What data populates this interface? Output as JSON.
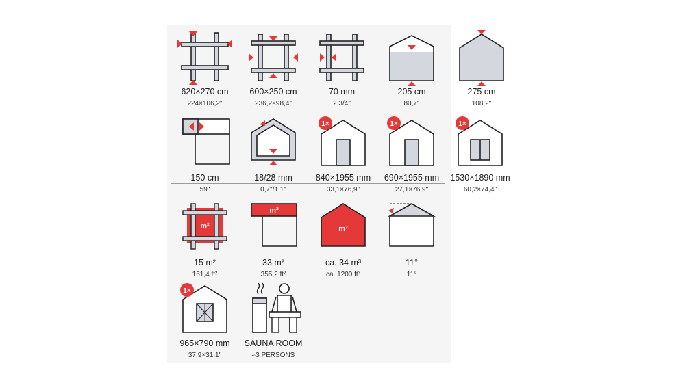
{
  "colors": {
    "accent": "#e53939",
    "outline": "#222222",
    "gray_fill": "#d4d8de",
    "background": "#ffffff"
  },
  "specs": [
    {
      "icon": "outer-dimensions-icon",
      "metric": "620×270 cm",
      "imperial": "224×106,2\""
    },
    {
      "icon": "inner-dimensions-icon",
      "metric": "600×250 cm",
      "imperial": "236,2×98,4\""
    },
    {
      "icon": "wall-thickness-icon",
      "metric": "70 mm",
      "imperial": "2  3/4\""
    },
    {
      "icon": "wall-height-icon",
      "metric": "205 cm",
      "imperial": "80,7\""
    },
    {
      "icon": "ridge-height-icon",
      "metric": "275 cm",
      "imperial": "108,2\""
    },
    {
      "icon": "roof-overhang-icon",
      "metric": "150 cm",
      "imperial": "59\""
    },
    {
      "icon": "roof-floor-thickness-icon",
      "metric": "18/28 mm",
      "imperial": "0,7\"/1,1\""
    },
    {
      "icon": "door-icon",
      "metric": "840×1955 mm",
      "imperial": "33,1×76,9\"",
      "badge": "1×"
    },
    {
      "icon": "door-icon",
      "metric": "690×1955 mm",
      "imperial": "27,1×76,9\"",
      "badge": "1×"
    },
    {
      "icon": "double-door-icon",
      "metric": "1530×1890 mm",
      "imperial": "60,2×74,4\"",
      "badge": "1×"
    },
    {
      "icon": "floor-area-icon",
      "metric": "15 m²",
      "imperial": "161,4 ft²",
      "label": "m²"
    },
    {
      "icon": "roof-area-icon",
      "metric": "33 m²",
      "imperial": "355,2 ft²",
      "label": "m²"
    },
    {
      "icon": "volume-icon",
      "metric": "ca. 34 m³",
      "imperial": "ca. 1200 ft³",
      "label": "m³"
    },
    {
      "icon": "roof-angle-icon",
      "metric": "11°",
      "imperial": "11°"
    },
    {
      "icon": "window-icon",
      "metric": "965×790 mm",
      "imperial": "37,9×31,1\"",
      "badge": "1×"
    },
    {
      "icon": "sauna-icon",
      "metric": "SAUNA ROOM",
      "imperial": "≈3 PERSONS"
    }
  ]
}
